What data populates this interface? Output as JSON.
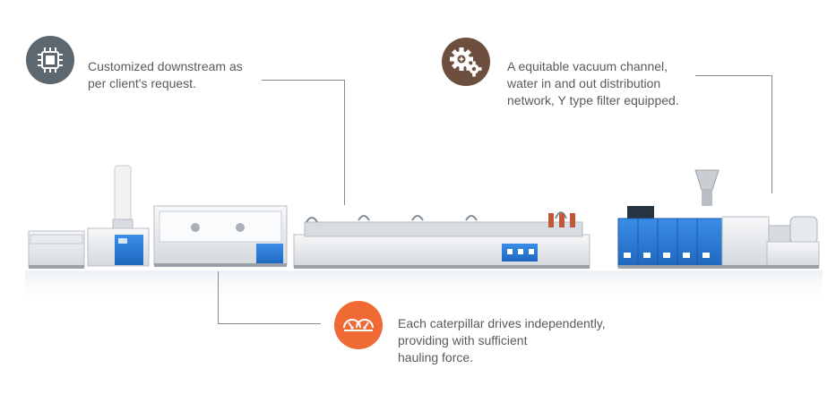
{
  "features": [
    {
      "id": "downstream",
      "icon": "chip-icon",
      "color": "#5c6770",
      "text": "Customized downstream as\nper client's request."
    },
    {
      "id": "vacuum",
      "icon": "gears-icon",
      "color": "#6e4e3e",
      "text": "A equitable vacuum channel,\nwater in and out distribution\nnetwork, Y type filter equipped."
    },
    {
      "id": "caterpillar",
      "icon": "speedometer-icon",
      "color": "#ef6a35",
      "text": "Each caterpillar drives independently,\nproviding with sufficient\nhauling force."
    }
  ],
  "colors": {
    "machine_blue": "#2f7fd8",
    "machine_white": "#f1f3f5",
    "machine_frame": "#c9ced4",
    "leader_line": "#8a8a8a"
  }
}
